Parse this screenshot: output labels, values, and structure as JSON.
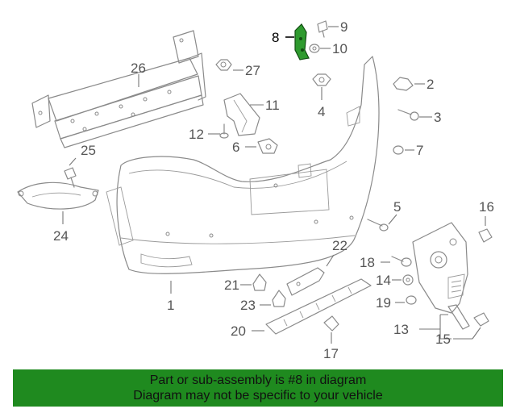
{
  "callouts": {
    "c1": "1",
    "c2": "2",
    "c3": "3",
    "c4": "4",
    "c5": "5",
    "c6": "6",
    "c7": "7",
    "c8": "8",
    "c9": "9",
    "c10": "10",
    "c11": "11",
    "c12": "12",
    "c13": "13",
    "c14": "14",
    "c15": "15",
    "c16": "16",
    "c17": "17",
    "c18": "18",
    "c19": "19",
    "c20": "20",
    "c21": "21",
    "c22": "22",
    "c23": "23",
    "c24": "24",
    "c25": "25",
    "c26": "26",
    "c27": "27"
  },
  "highlight": {
    "part_number": "8",
    "color": "#1f8a1f"
  },
  "banner": {
    "line1": "Part or sub-assembly is #8 in diagram",
    "line2": "Diagram may not be specific to your vehicle",
    "background": "#1f8a1f"
  }
}
